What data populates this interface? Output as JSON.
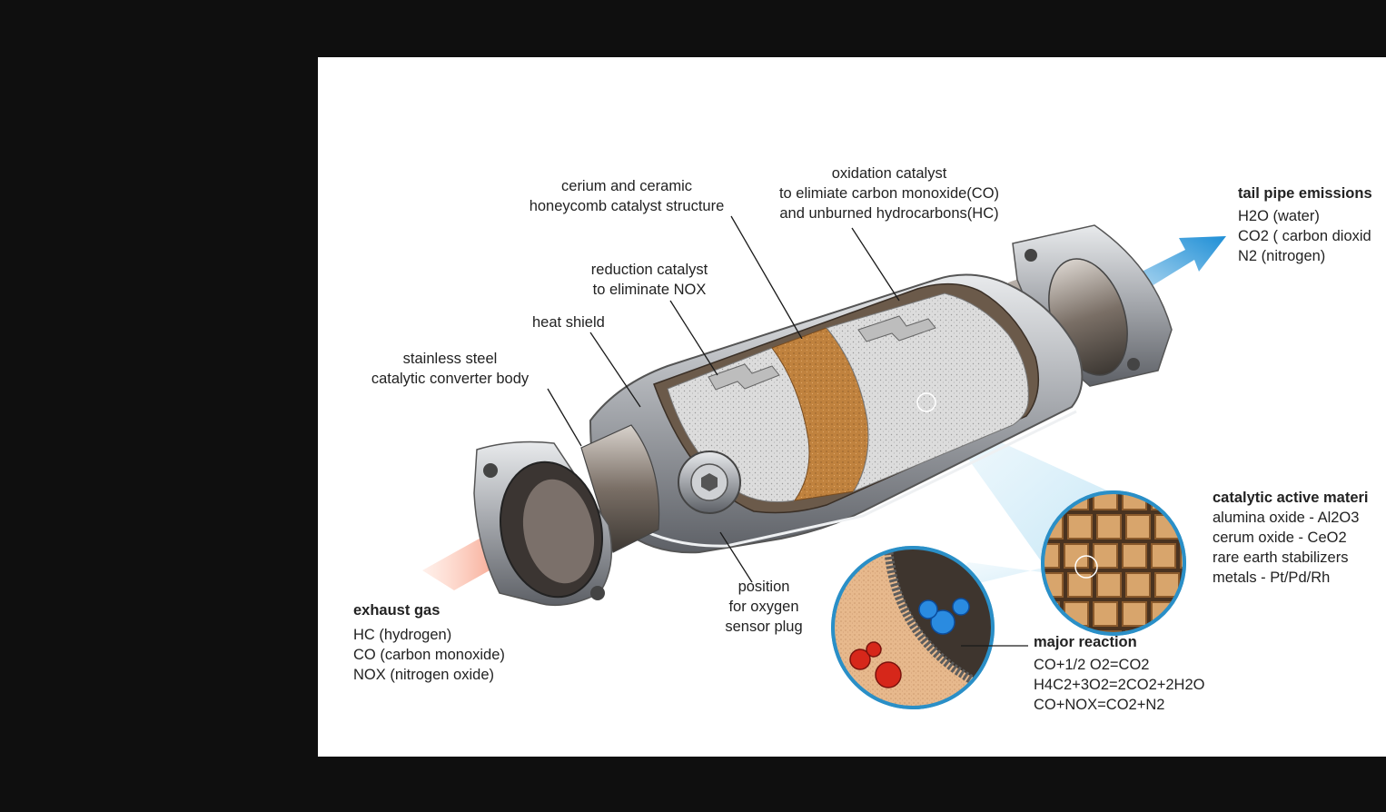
{
  "labels": {
    "ceramic": [
      "cerium and ceramic",
      "honeycomb catalyst structure"
    ],
    "oxidation": [
      "oxidation catalyst",
      "to elimiate carbon monoxide(CO)",
      "and unburned hydrocarbons(HC)"
    ],
    "reduction": [
      "reduction catalyst",
      "to eliminate NOX"
    ],
    "heat_shield": "heat shield",
    "body": [
      "stainless steel",
      "catalytic converter body"
    ],
    "sensor": [
      "position",
      "for oxygen",
      "sensor plug"
    ]
  },
  "exhaust": {
    "title": "exhaust gas",
    "items": [
      "HC (hydrogen)",
      "CO (carbon monoxide)",
      "NOX (nitrogen oxide)"
    ]
  },
  "tailpipe": {
    "title": "tail pipe emissions",
    "items": [
      "H2O (water)",
      "CO2 ( carbon dioxid",
      "N2 (nitrogen)"
    ]
  },
  "catalytic": {
    "title": "catalytic active materi",
    "items": [
      "alumina oxide - Al2O3",
      "cerum oxide - CeO2",
      "rare earth stabilizers",
      "metals - Pt/Pd/Rh"
    ]
  },
  "reaction": {
    "title": "major reaction",
    "items": [
      "CO+1/2 O2=CO2",
      "H4C2+3O2=2CO2+2H2O",
      "CO+NOX=CO2+N2"
    ]
  },
  "colors": {
    "inflow_arrow": "#e8421c",
    "outflow_arrow": "#1f8fd6",
    "ceramic_band": "#c0823e",
    "steel": "#b9bcc0"
  }
}
